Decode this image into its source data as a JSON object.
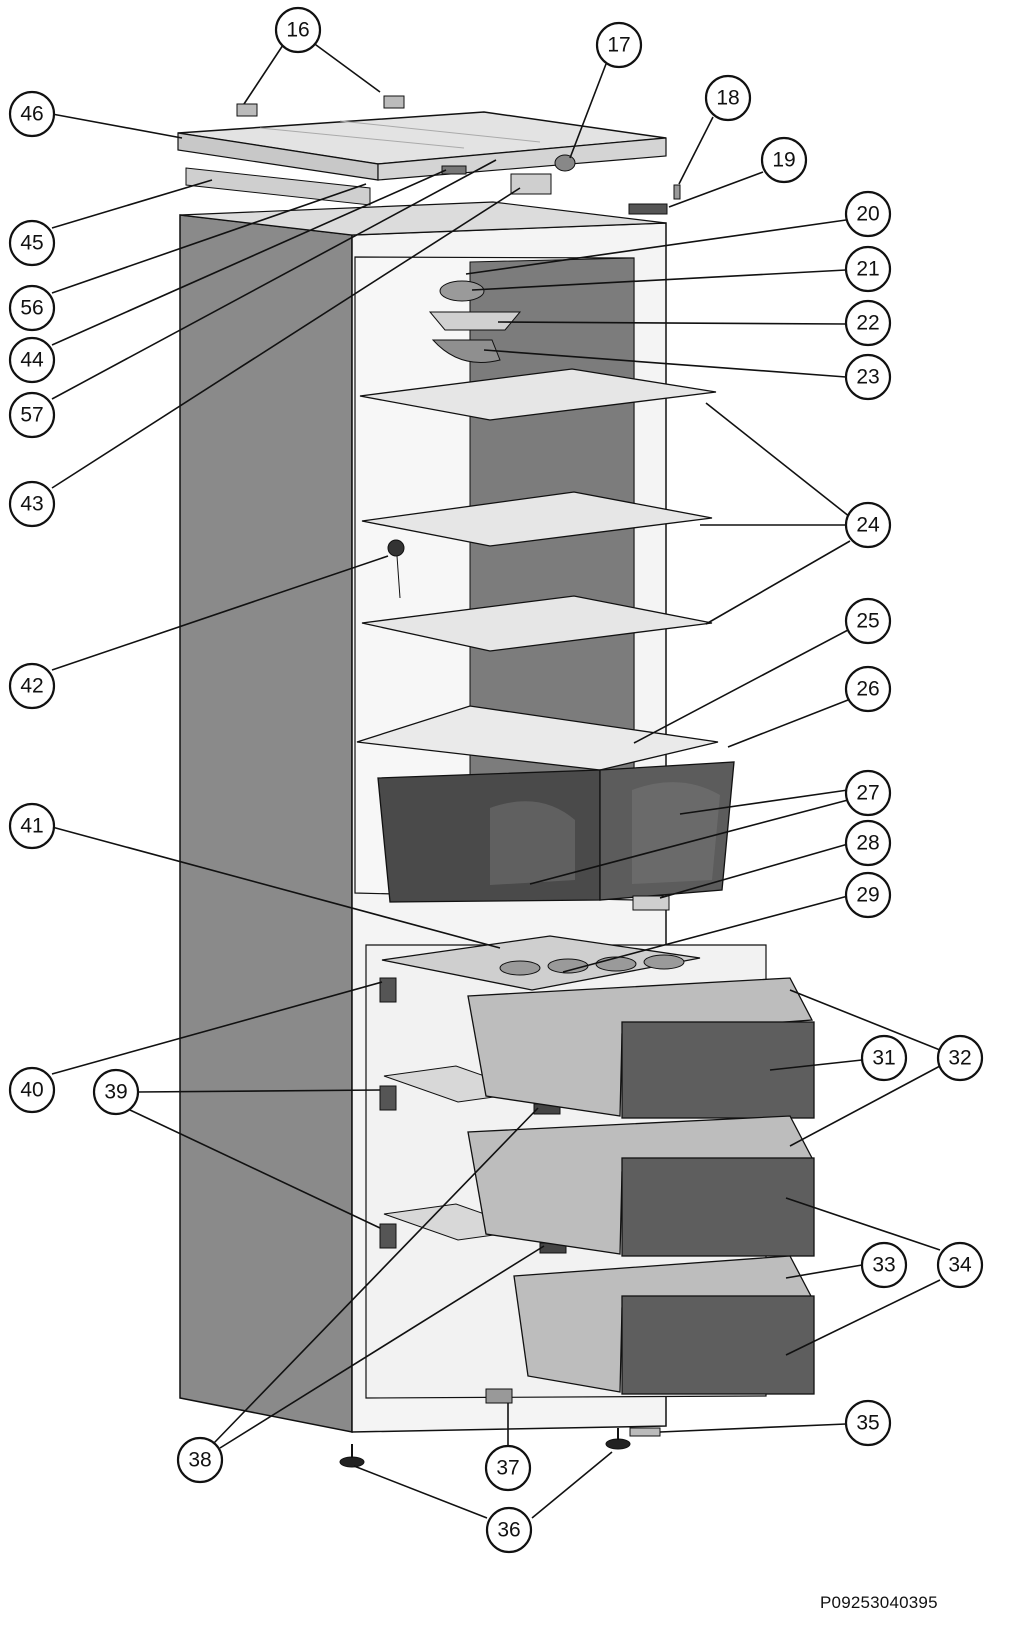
{
  "diagram": {
    "title": "",
    "document_code": "P09253040395",
    "callouts": [
      "16",
      "17",
      "18",
      "19",
      "20",
      "21",
      "22",
      "23",
      "24",
      "25",
      "26",
      "27",
      "28",
      "29",
      "31",
      "32",
      "33",
      "34",
      "35",
      "36",
      "37",
      "38",
      "39",
      "40",
      "41",
      "42",
      "43",
      "44",
      "45",
      "46",
      "56",
      "57"
    ]
  },
  "colors": {
    "outline": "#111111",
    "cabinet_side": "#8a8a8a",
    "cabinet_front": "#f4f4f4",
    "interior_back": "#7c7c7c",
    "glass_shelf": "#e6e6e6",
    "crisper": "#4a4a4a",
    "drawer_body": "#bdbdbd",
    "drawer_front": "#5e5e5e",
    "background": "#ffffff"
  }
}
